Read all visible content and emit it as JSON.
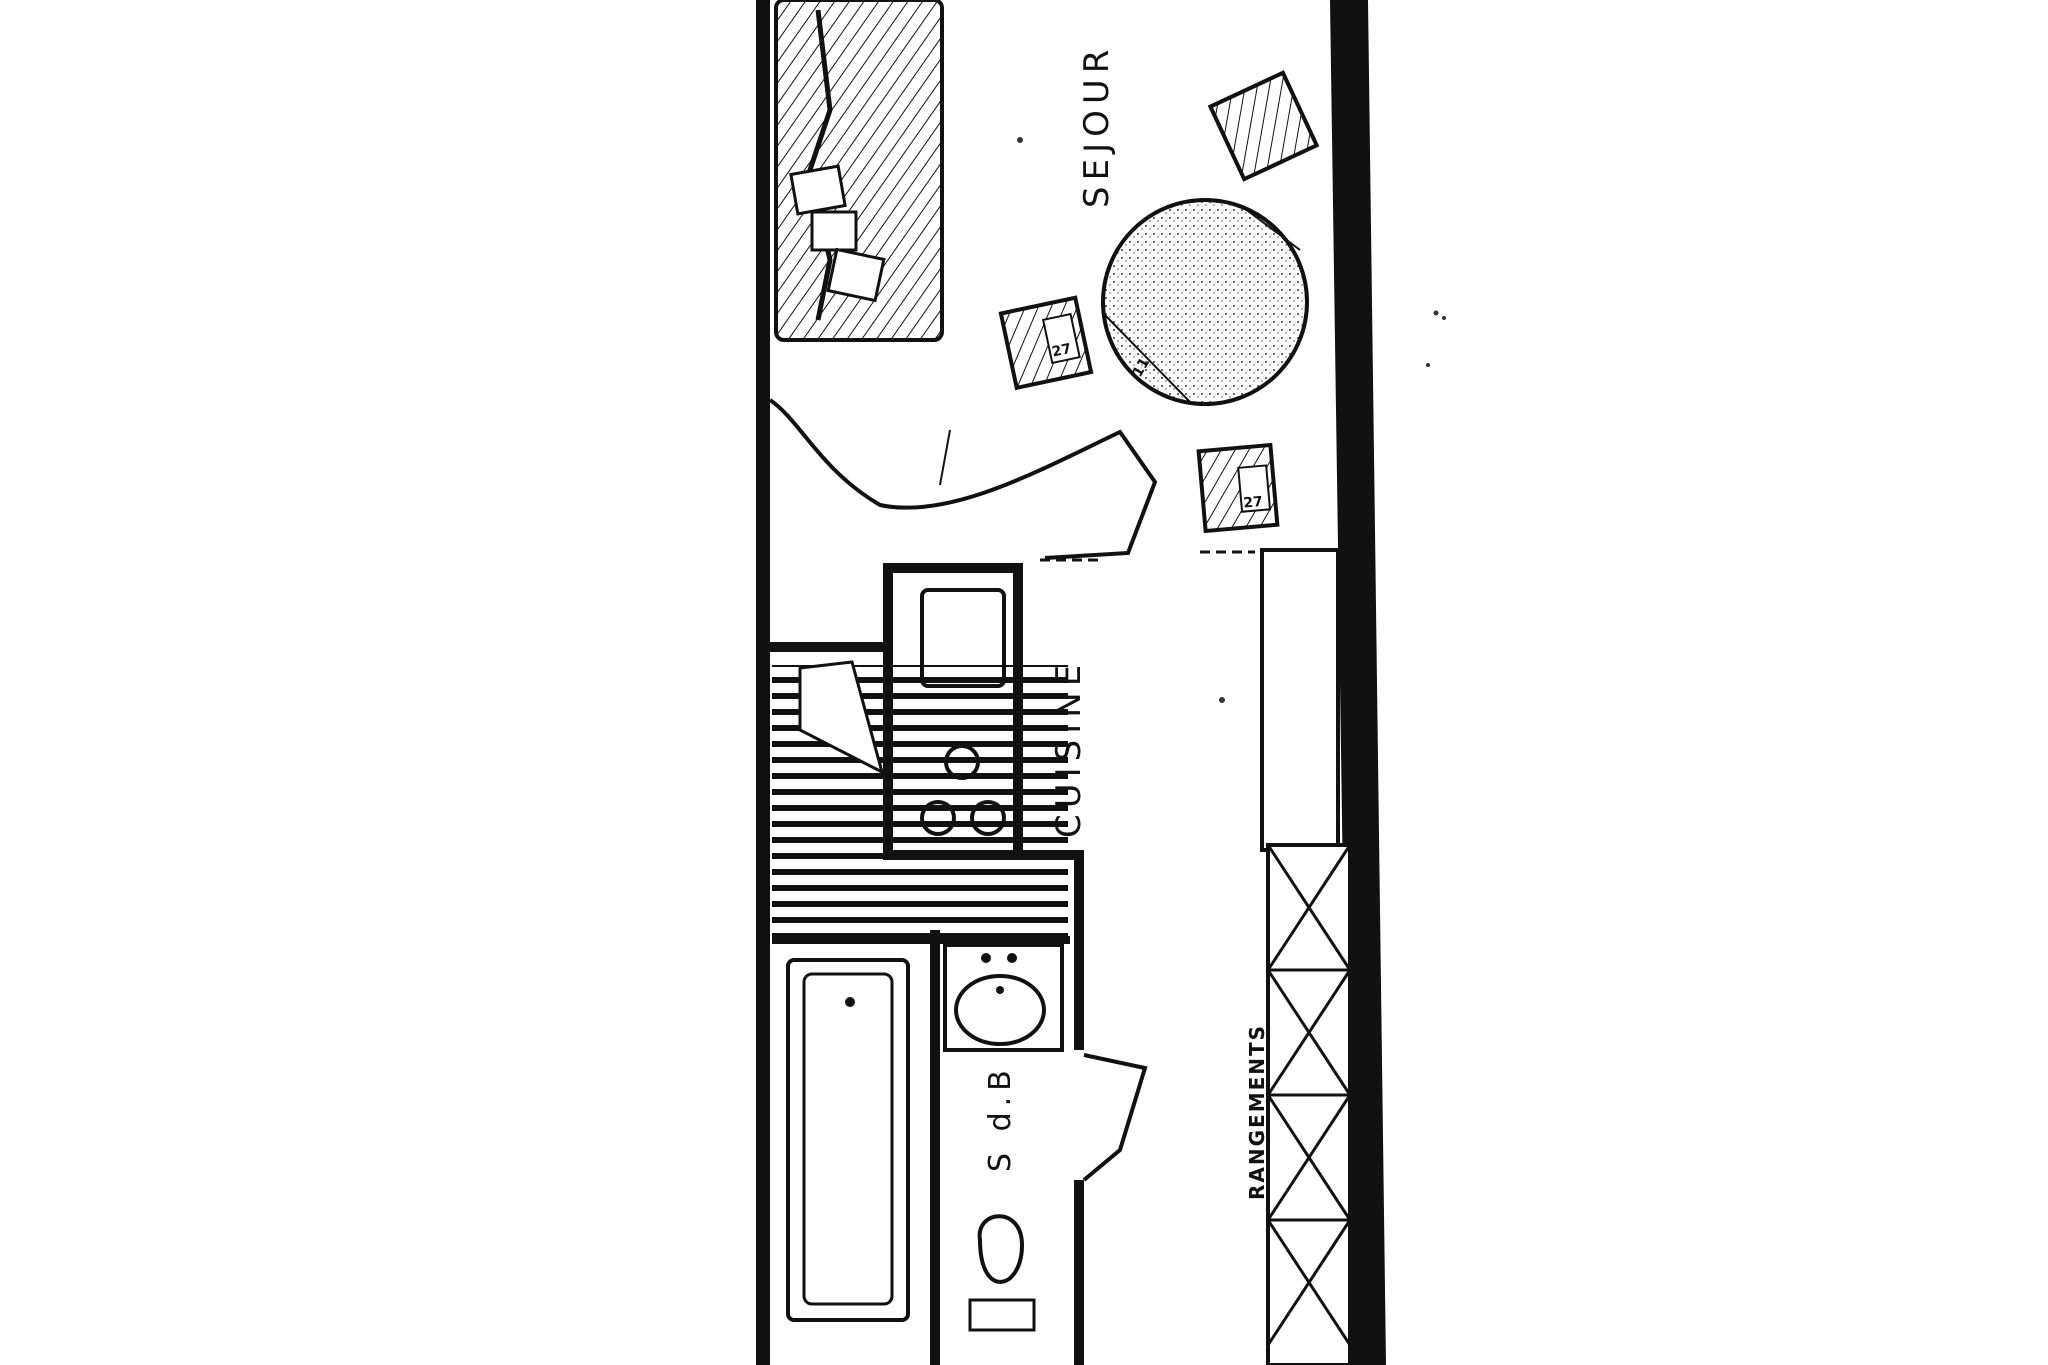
{
  "plan": {
    "labels": {
      "sejour": "SEJOUR",
      "cuisine": "CUISINE",
      "sdb": "S d.B",
      "rangements": "RANGEMENTS"
    },
    "chair_numbers": [
      "27",
      "27"
    ],
    "table_mark": "11"
  },
  "colors": {
    "ink": "#111111",
    "paper": "#ffffff"
  }
}
